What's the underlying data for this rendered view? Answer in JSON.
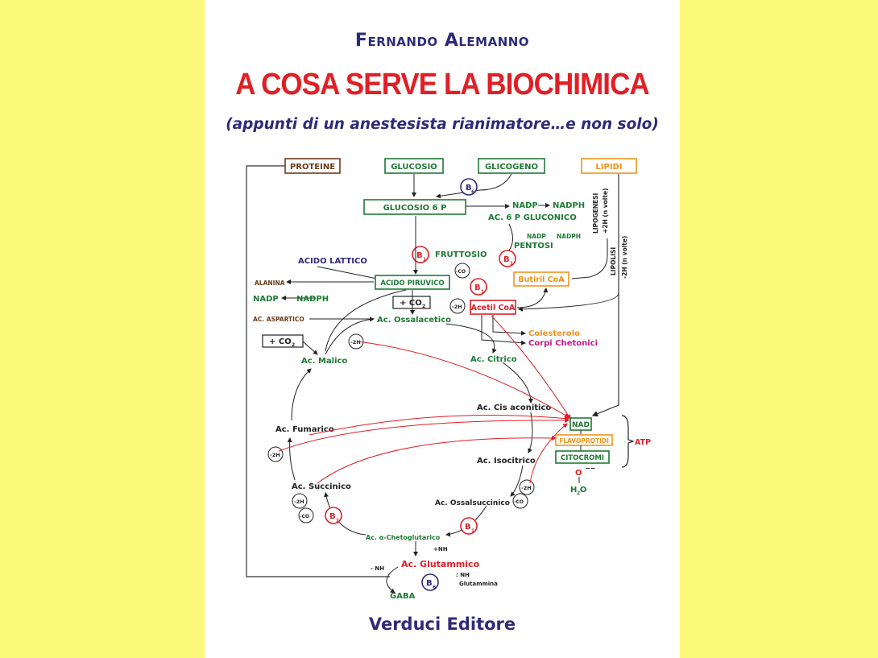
{
  "cover": {
    "author": "Fernando Alemanno",
    "title": "A COSA SERVE LA BIOCHIMICA",
    "subtitle": "(appunti di un anestesista rianimatore…e non solo)",
    "publisher": "Verduci Editore"
  },
  "colors": {
    "background": "#fbf97a",
    "page": "#ffffff",
    "title": "#e01f26",
    "author": "#2e2a7a",
    "green": "#1e7a35",
    "red": "#e01f26",
    "brown": "#6b3b1a",
    "orange": "#f0941d",
    "magenta": "#c2188a",
    "navy": "#2e2a7a"
  },
  "diagram": {
    "proteine": "PROTEINE",
    "glucosio": "GLUCOSIO",
    "glicogeno": "GLICOGENO",
    "lipidi": "LIPIDI",
    "glucosio6p": "GLUCOSIO 6 P",
    "nadp1": "NADP",
    "nadph1": "NADPH",
    "ac6p": "AC. 6 P GLUCONICO",
    "nadp2": "NADP",
    "nadph2": "NADPH",
    "pentosi": "PENTOSI",
    "fruttosio": "FRUTTOSIO",
    "acidoLattico": "ACIDO LATTICO",
    "alanina": "ALANINA",
    "acidoPiruvico": "ACIDO PIRUVICO",
    "nadp3": "NADP",
    "nadph3": "NADPH",
    "co2a": "+ CO",
    "acAspartico": "AC. ASPARTICO",
    "acOssalacetico": "Ac. Ossalacetico",
    "co2b": "+ CO",
    "acMalico": "Ac. Malico",
    "butirilCoA": "Butiril CoA",
    "acetilCoA": "Acetil CoA",
    "colesterolo": "Colesterolo",
    "corpiChetonici": "Corpi Chetonici",
    "acCitrico": "Ac. Citrico",
    "acCisAconitico": "Ac. Cis aconitico",
    "acFumarico": "Ac. Fumarico",
    "acIsocitrico": "Ac. Isocitrico",
    "acSuccinico": "Ac. Succinico",
    "acOssalsuccinico": "Ac. Ossalsuccinico",
    "acChetoglutarico": "Ac. α-Chetoglutarico",
    "acGlutammico": "Ac. Glutammico",
    "nh2a": "+NH",
    "nh2b": "- NH",
    "nh2c": ": NH",
    "glutammina": "Glutammina",
    "gaba": "GABA",
    "nad": "NAD",
    "flavoprotidi": "FLAVOPROTIDI",
    "citocromi": "CITOCROMI",
    "oxygen": "O",
    "water": "H O",
    "atp": "ATP",
    "lipogenesi": "LIPOGENESI",
    "lipogenesi2h": "+2H (n volte)",
    "lipolisi": "LIPOLISI",
    "lipolisi2h": "-2H (n volte)",
    "b6": "B",
    "b1": "B",
    "minus2h": "-2H",
    "minusco2": "-CO",
    "sub6": "6",
    "sub1": "1",
    "sub2": "2"
  }
}
